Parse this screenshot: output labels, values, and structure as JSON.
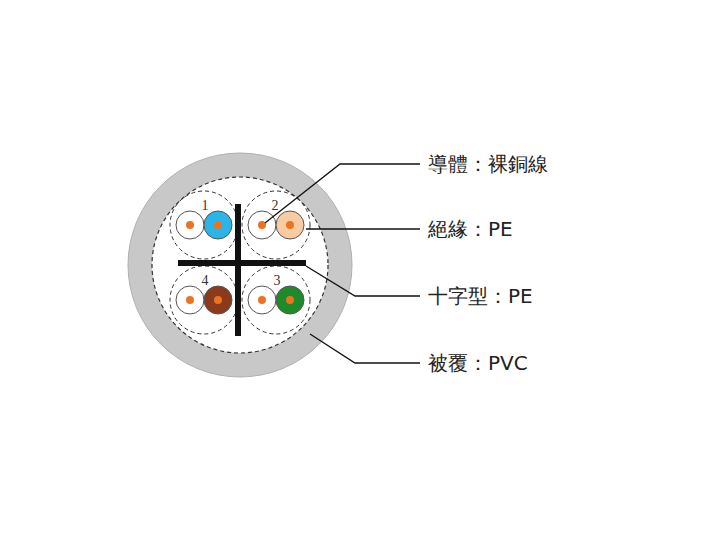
{
  "diagram": {
    "labels": [
      "1",
      "2",
      "3",
      "4",
      "導體：裸銅線",
      "絕緣：PE",
      "十字型：PE",
      "被覆：PVC"
    ]
  }
}
